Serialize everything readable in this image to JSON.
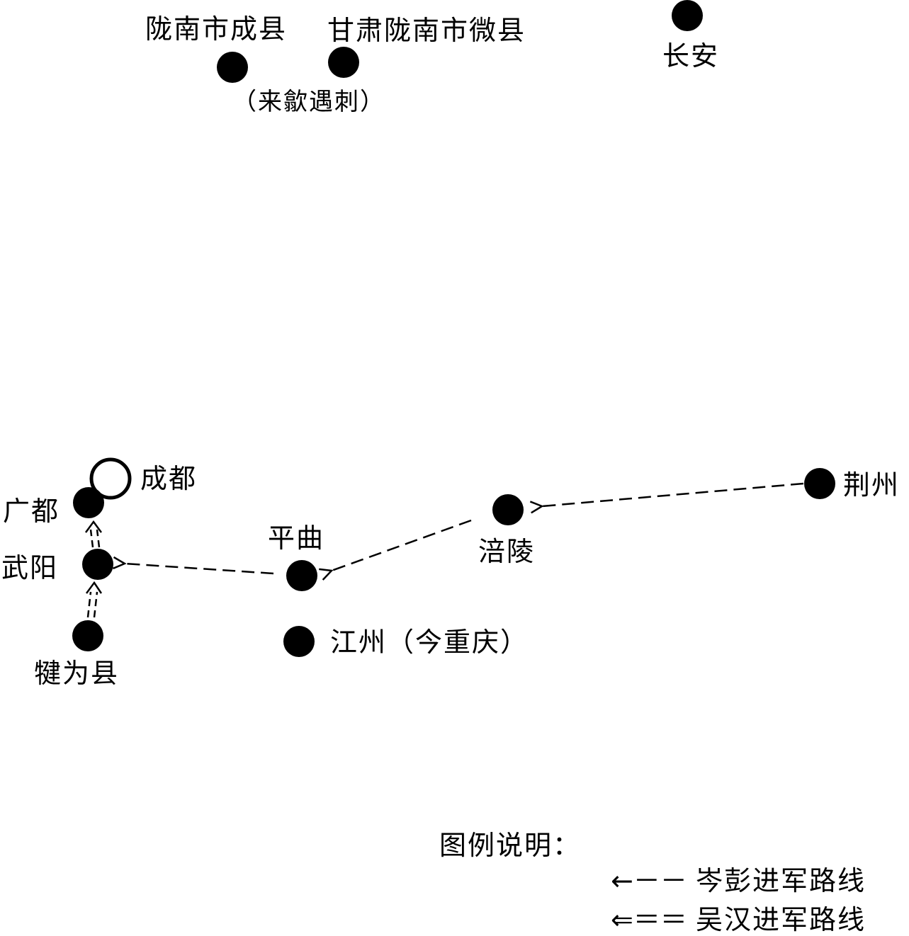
{
  "places": {
    "chengxian": "陇南市成县",
    "weixian": "甘肃陇南市微县",
    "laixi_note": "（来歙遇刺）",
    "changan": "长安",
    "chengdu": "成都",
    "guangdu": "广都",
    "wuyang": "武阳",
    "jianwei": "犍为县",
    "pingqu": "平曲",
    "fuling": "涪陵",
    "jingzhou": "荆州",
    "jiangzhou": "江州（今重庆）"
  },
  "legend": {
    "title": "图例说明：",
    "items": [
      {
        "symbol": "←－－",
        "label": "岑彭进军路线"
      },
      {
        "symbol": "⇐＝＝",
        "label": "吴汉进军路线"
      }
    ]
  },
  "colors": {
    "ink": "#000000",
    "background": "#ffffff"
  }
}
